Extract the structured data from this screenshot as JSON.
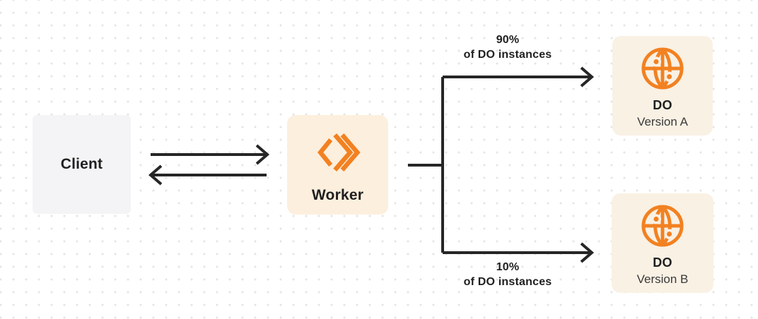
{
  "nodes": {
    "client": {
      "label": "Client"
    },
    "worker": {
      "label": "Worker"
    },
    "do_version_a": {
      "label": "DO",
      "sublabel": "Version A"
    },
    "do_version_b": {
      "label": "DO",
      "sublabel": "Version B"
    }
  },
  "branches": {
    "top": {
      "percent": "90%",
      "caption": "of DO instances"
    },
    "bottom": {
      "percent": "10%",
      "caption": "of DO instances"
    }
  },
  "icons": {
    "worker": "workers-chevrons-icon",
    "do": "globe-icon"
  },
  "colors": {
    "accent": "#F28121",
    "line": "#262626",
    "worker_bg": "#FCEFDD",
    "do_bg": "#F9F1E4",
    "client_bg": "#F4F4F6",
    "text": "#1F1F1F",
    "subtext": "#3A3A3A",
    "dot": "#E4E4E7",
    "background": "#FFFFFF"
  }
}
